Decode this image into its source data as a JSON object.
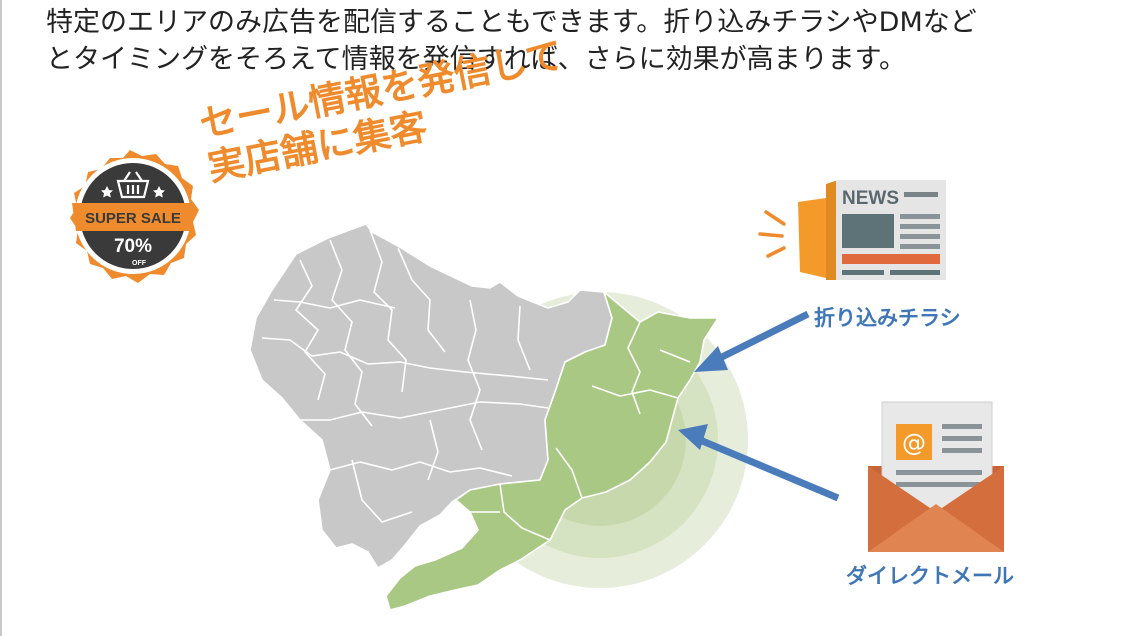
{
  "intro": {
    "line1": "特定のエリアのみ広告を配信することもできます。折り込みチラシやDMなど",
    "line2": "とタイミングをそろえて情報を発信すれば、さらに効果が高まります。"
  },
  "catch_copy": {
    "line1": "セール情報を発信して",
    "line2": "実店舗に集客"
  },
  "badge": {
    "text": "SUPER SALE",
    "percent": "70%",
    "off": "OFF",
    "color": "#ef8b2c"
  },
  "flyer": {
    "label": "折り込みチラシ",
    "headline": "NEWS"
  },
  "direct_mail": {
    "label": "ダイレクトメール",
    "symbol": "@"
  },
  "colors": {
    "accent": "#ef8b2c",
    "highlight_area": "#a8c883",
    "map_gray": "#c8c8c8",
    "arrow_blue": "#4a7cbc",
    "envelope": "#d46e3c"
  }
}
